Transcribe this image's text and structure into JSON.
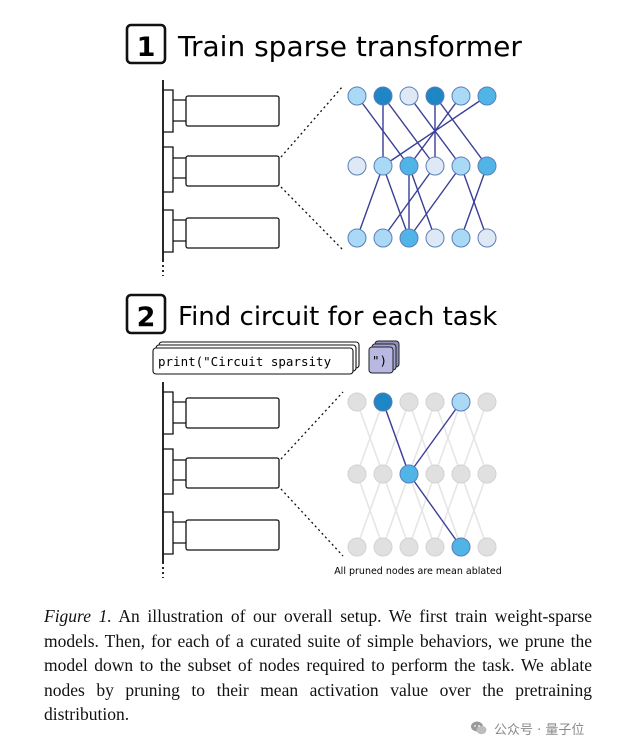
{
  "step1": {
    "number": "1",
    "title": "Train sparse transformer"
  },
  "step2": {
    "number": "2",
    "title": "Find circuit for each task"
  },
  "code_snippet": {
    "text": "print(\"Circuit sparsity",
    "suffix": "\")"
  },
  "ablation_note": "All pruned nodes are mean ablated",
  "caption": {
    "label": "Figure 1.",
    "text": " An illustration of our overall setup. We first train weight-sparse models. Then, for each of a curated suite of simple behaviors, we prune the model down to the subset of nodes required to perform the task. We ablate nodes by pruning to their mean activation value over the pretraining distribution."
  },
  "watermark": "公众号 · 量子位",
  "colors": {
    "dark_blue": "#1e86c4",
    "mid_blue": "#50b4e6",
    "light_blue": "#a9d9f5",
    "pale": "#dfe9f6",
    "gray": "#e0e0e0",
    "edge": "#3a3f96",
    "gray_edge": "#e6e6e6"
  },
  "network1": {
    "top": [
      "light_blue",
      "dark_blue",
      "pale",
      "dark_blue",
      "light_blue",
      "mid_blue"
    ],
    "middle": [
      "pale",
      "light_blue",
      "mid_blue",
      "pale",
      "light_blue",
      "mid_blue"
    ],
    "bottom": [
      "light_blue",
      "light_blue",
      "mid_blue",
      "pale",
      "light_blue",
      "pale"
    ]
  },
  "network2": {
    "top": [
      "gray",
      "dark_blue",
      "gray",
      "gray",
      "light_blue",
      "gray"
    ],
    "middle": [
      "gray",
      "gray",
      "mid_blue",
      "gray",
      "gray",
      "gray"
    ],
    "bottom": [
      "gray",
      "gray",
      "gray",
      "gray",
      "mid_blue",
      "gray"
    ]
  }
}
